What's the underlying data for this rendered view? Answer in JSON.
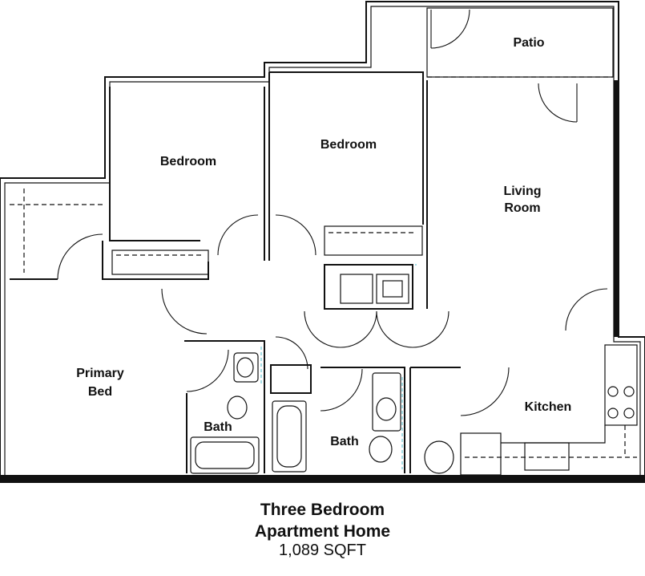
{
  "rooms": {
    "patio": "Patio",
    "bedroom_left": "Bedroom",
    "bedroom_middle": "Bedroom",
    "living_line1": "Living",
    "living_line2": "Room",
    "primary_line1": "Primary",
    "primary_line2": "Bed",
    "bath_left": "Bath",
    "bath_middle": "Bath",
    "kitchen": "Kitchen"
  },
  "caption": {
    "title_line1": "Three Bedroom",
    "title_line2": "Apartment Home",
    "area": "1,089 SQFT"
  },
  "colors": {
    "wall": "#111111",
    "glass_panel": "#6cc7d6",
    "background": "#ffffff"
  }
}
